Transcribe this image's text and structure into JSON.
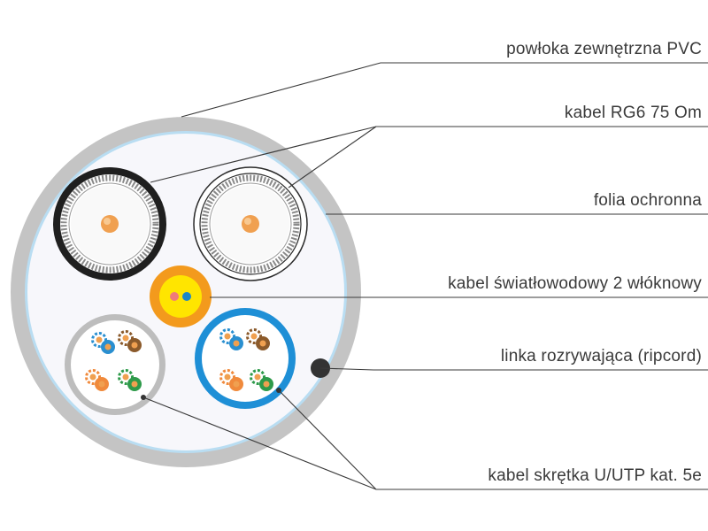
{
  "labels": {
    "outer_jacket": "powłoka zewnętrzna PVC",
    "coax": "kabel RG6 75 Om",
    "foil": "folia ochronna",
    "fiber": "kabel światłowodowy 2 włóknowy",
    "ripcord": "linka rozrywająca (ripcord)",
    "utp": "kabel skrętka U/UTP kat. 5e"
  },
  "colors": {
    "jacket": "#c4c4c4",
    "inner_fill": "#f7f7fb",
    "foil_ring": "#b9ddf2",
    "coax_black_jacket": "#1f1f1f",
    "coax_white_jacket": "#ffffff",
    "coax_braid": "#8a8a8a",
    "coax_core": "#f0a050",
    "fiber_jacket": "#f39a1d",
    "fiber_inner": "#ffe500",
    "fiber_strand_1": "#f07a7a",
    "fiber_strand_2": "#1c86c8",
    "utp_gray_jacket": "#bdbdbd",
    "utp_blue_jacket": "#1e8fd6",
    "ripcord": "#333333",
    "pair_blue": "#2a8fd0",
    "pair_orange": "#f08a3c",
    "pair_green": "#2e9a4a",
    "pair_brown": "#8b5a2b"
  }
}
